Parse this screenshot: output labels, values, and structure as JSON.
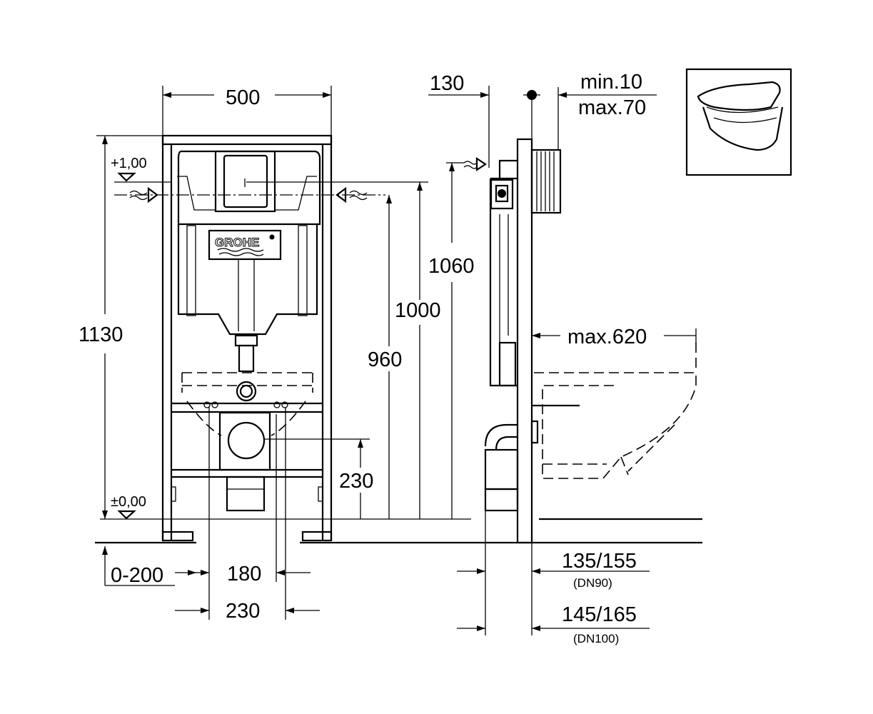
{
  "front_view": {
    "width_label": "500",
    "height_label": "1130",
    "level_top": "+1,00",
    "level_floor": "±0,00",
    "brand": "GROHE",
    "dim_1000": "1000",
    "dim_960": "960",
    "dim_230_height": "230",
    "dim_0_200": "0-200",
    "dim_180": "180",
    "dim_230_width": "230"
  },
  "side_view": {
    "dim_130": "130",
    "dim_min": "min.10",
    "dim_max": "max.70",
    "dim_1060": "1060",
    "dim_max620": "max.620",
    "dim_dn90": "135/155",
    "dim_dn90_note": "(DN90)",
    "dim_dn100": "145/165",
    "dim_dn100_note": "(DN100)"
  }
}
